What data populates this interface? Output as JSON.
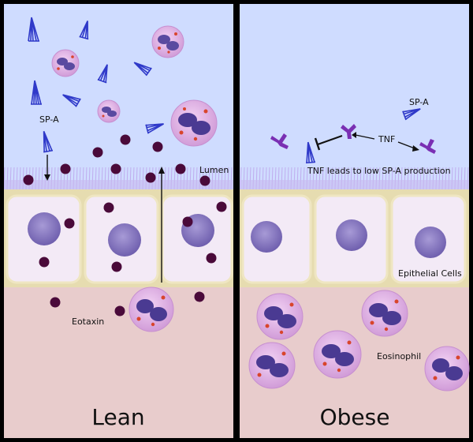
{
  "panels": {
    "left": {
      "title": "Lean",
      "labels": {
        "sp_a": "SP-A",
        "lumen": "Lumen",
        "eotaxin": "Eotaxin"
      }
    },
    "right": {
      "title": "Obese",
      "labels": {
        "sp_a": "SP-A",
        "tnf": "TNF",
        "tnf_note": "TNF leads to low SP-A production",
        "epithelial": "Epithelial Cells",
        "eosinophil": "Eosinophil"
      }
    }
  },
  "colors": {
    "lumen_bg": "#cfdcff",
    "tissue_bg": "#e8cccc",
    "cilia": "#c9b8ef",
    "cell_fill": "#f3eaf6",
    "cell_border": "#e6dcb0",
    "nucleus": "#8e7cc3",
    "eotaxin_dot": "#4a0a3a",
    "sp_a": "#2f39c9",
    "tnf": "#7a2fb3",
    "eosinophil_cell": "#e7b9ea",
    "eosinophil_nucleus": "#4a3a92",
    "granule": "#d8452c"
  }
}
